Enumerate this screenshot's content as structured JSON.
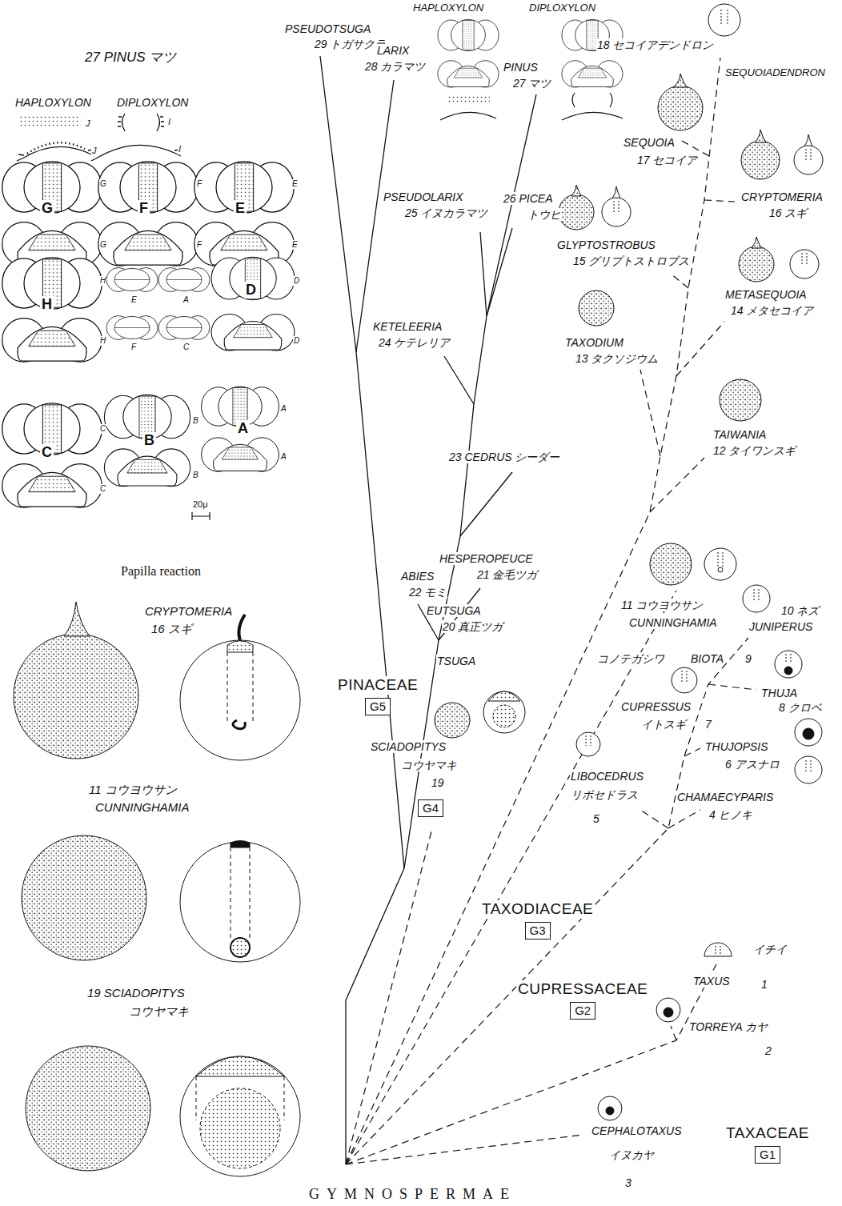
{
  "diagram": {
    "nodes": [
      {
        "text": [
          "PINACEAE",
          "G5"
        ]
      },
      {
        "text": [
          "G4"
        ]
      },
      {
        "text": [
          "TAXODIACEAE",
          "G3"
        ]
      },
      {
        "text": [
          "CUPRESSACEAE",
          "G2"
        ]
      },
      {
        "text": [
          "TAXACEAE",
          "G1"
        ]
      }
    ],
    "labels": [
      "27 PINUS マツ",
      "HAPLOXYLON",
      "DIPLOXYLON",
      "J",
      "J",
      "I",
      "I",
      "G",
      "G",
      "G",
      "F",
      "F",
      "F",
      "E",
      "E",
      "E",
      "H",
      "H",
      "H",
      "E",
      "A",
      "F",
      "C",
      "D",
      "D",
      "D",
      "C",
      "C",
      "C",
      "B",
      "B",
      "B",
      "A",
      "A",
      "A",
      "20μ",
      "Papilla reaction",
      "CRYPTOMERIA",
      "16 スギ",
      "11 コウヨウサン",
      "CUNNINGHAMIA",
      "19 SCIADOPITYS",
      "コウヤマキ",
      "PSEUDOTSUGA",
      "29 トガサクラ",
      "HAPLOXYLON",
      "DIPLOXYLON",
      "LARIX",
      "28 カラマツ",
      "PINUS",
      "27 マツ",
      "PSEUDOLARIX",
      "25 イヌカラマツ",
      "26 PICEA",
      "トウヒ",
      "KETELEERIA",
      "24 ケテレリア",
      "23 CEDRUS シーダー",
      "HESPEROPEUCE",
      "21 金毛ツガ",
      "ABIES",
      "22 モミ",
      "EUTSUGA",
      "20 真正ツガ",
      "TSUGA",
      "SCIADOPITYS",
      "コウヤマキ",
      "19",
      "18 セコイアデンドロン",
      "SEQUOIADENDRON",
      "SEQUOIA",
      "17 セコイア",
      "CRYPTOMERIA",
      "16 スギ",
      "GLYPTOSTROBUS",
      "15 グリプトストロブス",
      "METASEQUOIA",
      "14 メタセコイア",
      "TAXODIUM",
      "13 タクソジウム",
      "TAIWANIA",
      "12 タイワンスギ",
      "11 コウヨウサン",
      "CUNNINGHAMIA",
      "10 ネズ",
      "JUNIPERUS",
      "コノテガシワ",
      "BIOTA",
      "9",
      "CUPRESSUS",
      "イトスギ",
      "7",
      "THUJA",
      "8 クロベ",
      "THUJOPSIS",
      "6 アスナロ",
      "LIBOCEDRUS",
      "リボセドラス",
      "5",
      "CHAMAECYPARIS",
      "4 ヒノキ",
      "イチイ",
      "TAXUS",
      "1",
      "TORREYA カヤ",
      "2",
      "CEPHALOTAXUS",
      "イヌカヤ",
      "3",
      "GYMNOSPERMAE"
    ]
  }
}
